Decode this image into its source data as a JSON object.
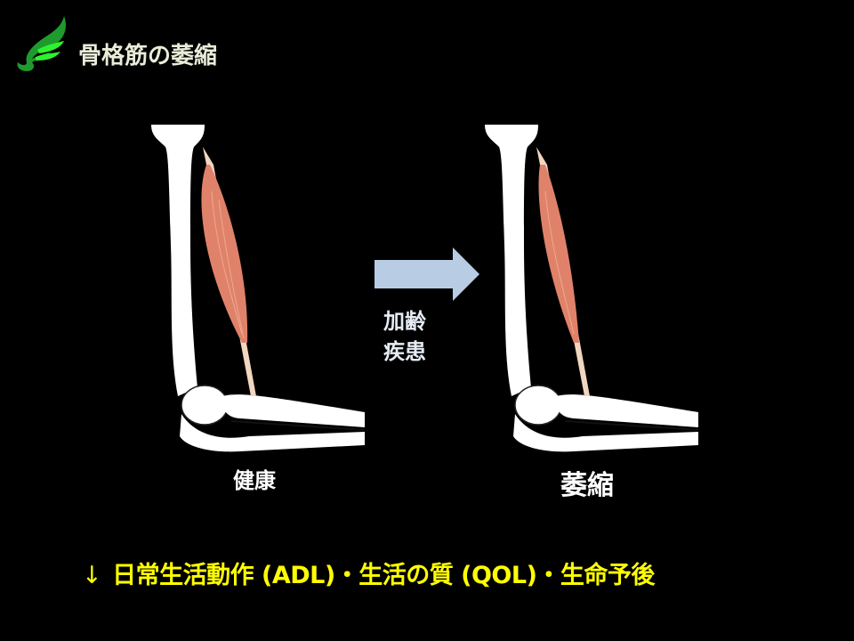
{
  "header": {
    "logo_icon": "green-wing-logo-icon",
    "title": "骨格筋の萎縮"
  },
  "figures": {
    "left": {
      "label": "健康",
      "muscle": "healthy-muscle"
    },
    "right": {
      "label": "萎縮",
      "muscle": "atrophied-muscle"
    }
  },
  "transition": {
    "arrow_icon": "right-arrow-icon",
    "causes": [
      "加齢",
      "疾患"
    ]
  },
  "footer": {
    "arrow_glyph": "↓",
    "text": "日常生活動作 (ADL)・生活の質 (QOL)・生命予後"
  },
  "colors": {
    "background": "#000000",
    "title": "#e8ecd8",
    "label": "#ffffff",
    "arrow": "#b8cce4",
    "footer": "#ffff00",
    "muscle": "#e0826a",
    "logo_dark": "#1f9a2c",
    "logo_light": "#2ef22e"
  }
}
